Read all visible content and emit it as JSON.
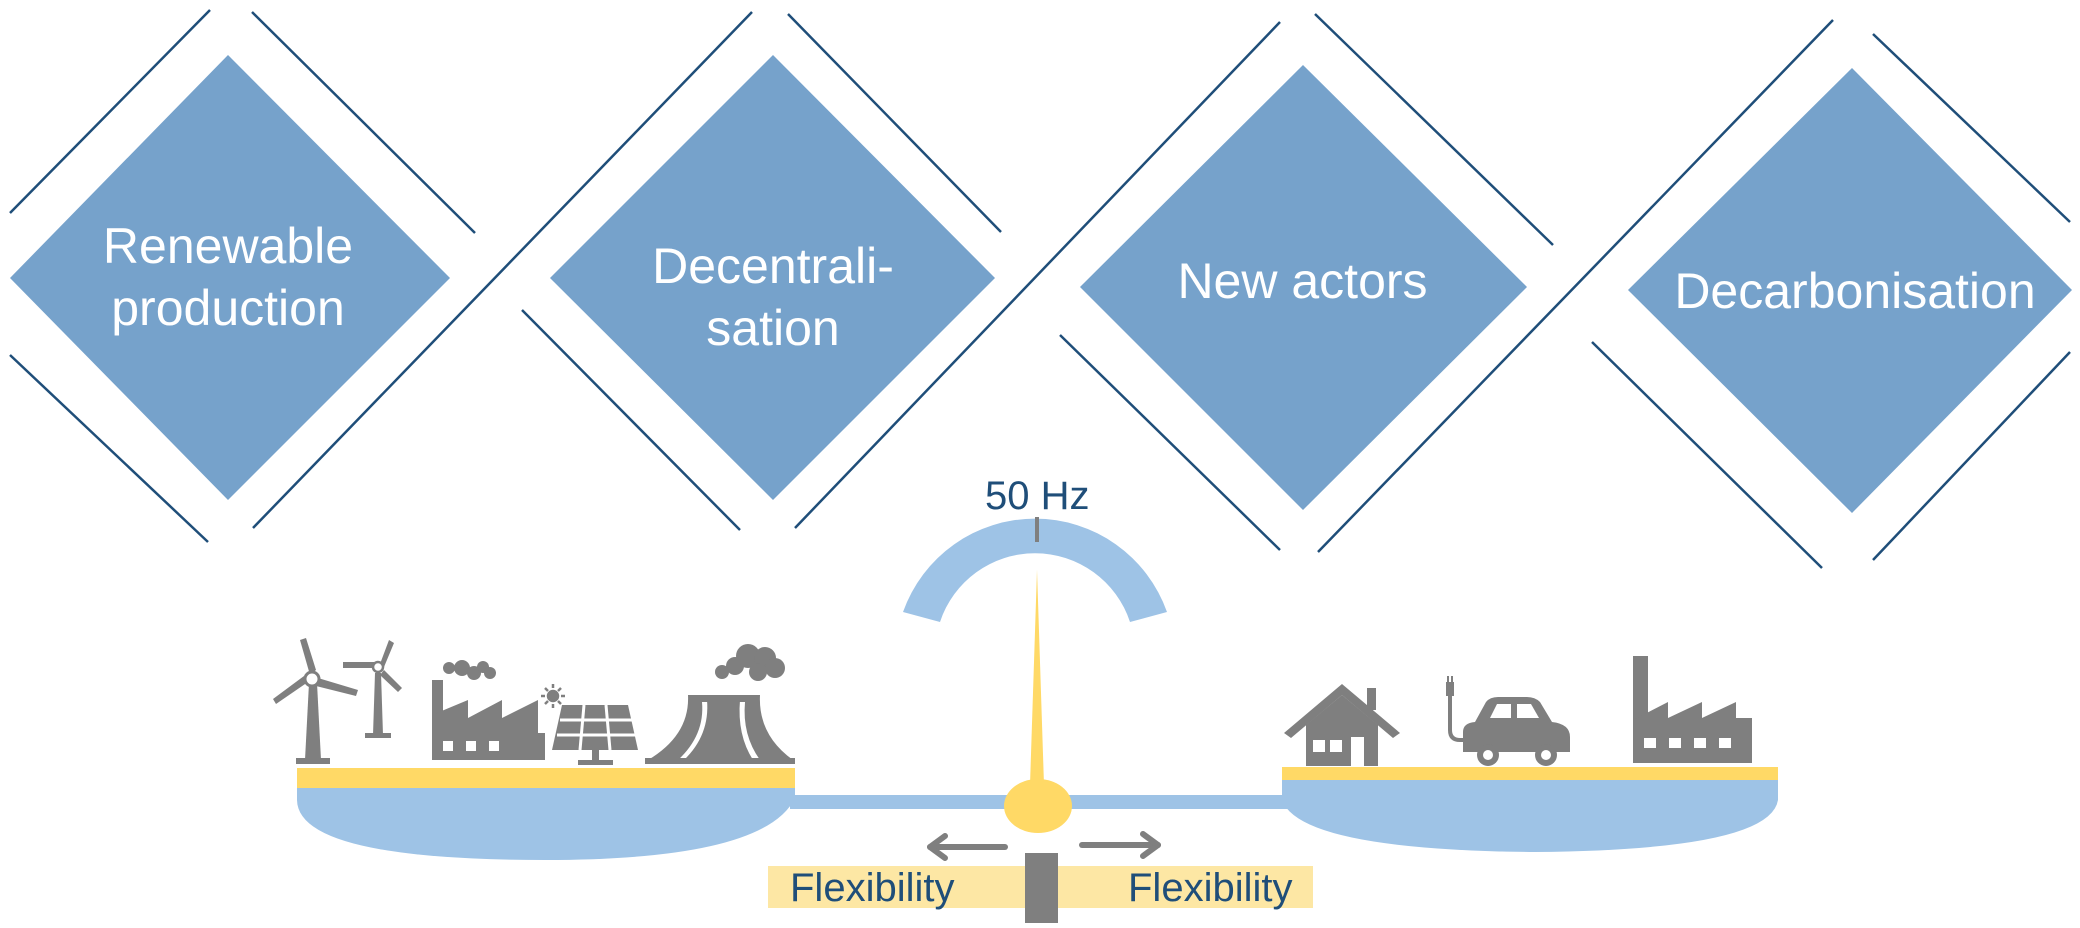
{
  "diamonds": [
    {
      "label": "Renewable\nproduction"
    },
    {
      "label": "Decentrali-\nsation"
    },
    {
      "label": "New actors"
    },
    {
      "label": "Decarbonisation"
    }
  ],
  "gauge": {
    "label": "50 Hz"
  },
  "flexibility": {
    "left": "Flexibility",
    "right": "Flexibility"
  },
  "icons": {
    "left_pan": [
      "wind-turbine-icon",
      "wind-turbine-icon",
      "factory-icon",
      "sun-icon",
      "solar-panel-icon",
      "nuclear-plant-icon"
    ],
    "right_pan": [
      "house-icon",
      "electric-car-icon",
      "factory-icon"
    ]
  },
  "colors": {
    "diamond_fill": "#76a2cb",
    "outline": "#1f4e79",
    "light_blue": "#9ec3e6",
    "yellow": "#ffd966",
    "pale_yellow": "#fde7a4",
    "icon_gray": "#7f7f7f",
    "text_blue": "#1f4e79"
  }
}
